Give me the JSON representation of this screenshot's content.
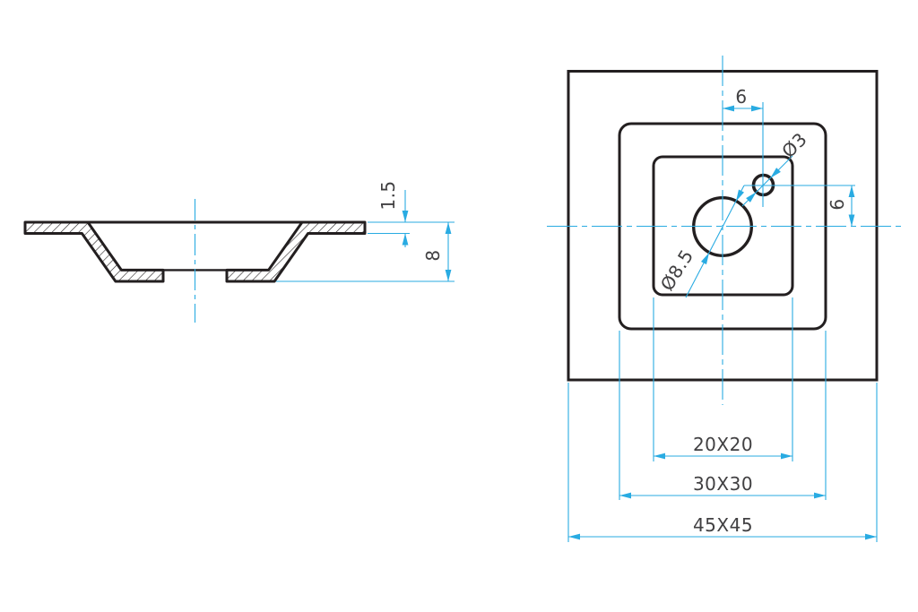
{
  "drawing": {
    "title": "sheet-metal drain part, section and plan views",
    "colors": {
      "line": "#231f20",
      "dimension": "#29abe2",
      "text": "#414042",
      "background": "#ffffff"
    },
    "section_view": {
      "thickness": "1.5",
      "depth": "8"
    },
    "plan_view": {
      "hole_offset_horizontal": "6",
      "hole_offset_vertical": "6",
      "small_hole_diameter": "Ø3",
      "large_hole_diameter": "Ø8.5",
      "inner_square": "20X20",
      "middle_square": "30X30",
      "outer_square": "45X45"
    }
  }
}
